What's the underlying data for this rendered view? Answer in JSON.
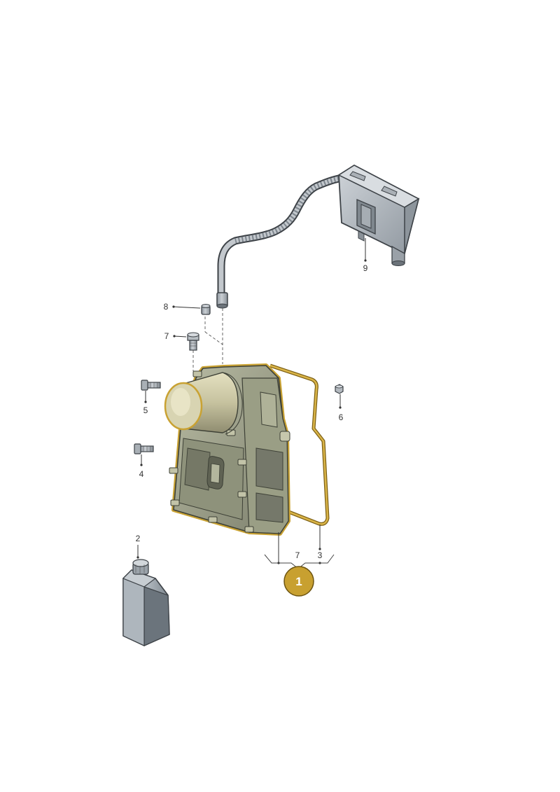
{
  "colors": {
    "highlight": "#c9a233",
    "badge": "#c8a030",
    "metal": "#b3b9bf",
    "metal_dark": "#7d858d",
    "housing": "#a4a88f",
    "housing_dark": "#6e7160",
    "line": "#333333"
  },
  "callouts": {
    "c1": "1",
    "c2": "2",
    "c3": "3",
    "c4": "4",
    "c5": "5",
    "c6": "6",
    "c7_bolt": "7",
    "c7_group": "7",
    "c8": "8",
    "c9": "9"
  },
  "parts": [
    {
      "id": "control-unit",
      "callout": "9"
    },
    {
      "id": "cap",
      "callout": "8"
    },
    {
      "id": "bolt-top",
      "callout": "7"
    },
    {
      "id": "bolt-5",
      "callout": "5"
    },
    {
      "id": "bolt-4",
      "callout": "4"
    },
    {
      "id": "nut-6",
      "callout": "6"
    },
    {
      "id": "mechatronic-unit",
      "callout": "1"
    },
    {
      "id": "gasket",
      "callout": "3"
    },
    {
      "id": "oil-bottle",
      "callout": "2"
    }
  ]
}
